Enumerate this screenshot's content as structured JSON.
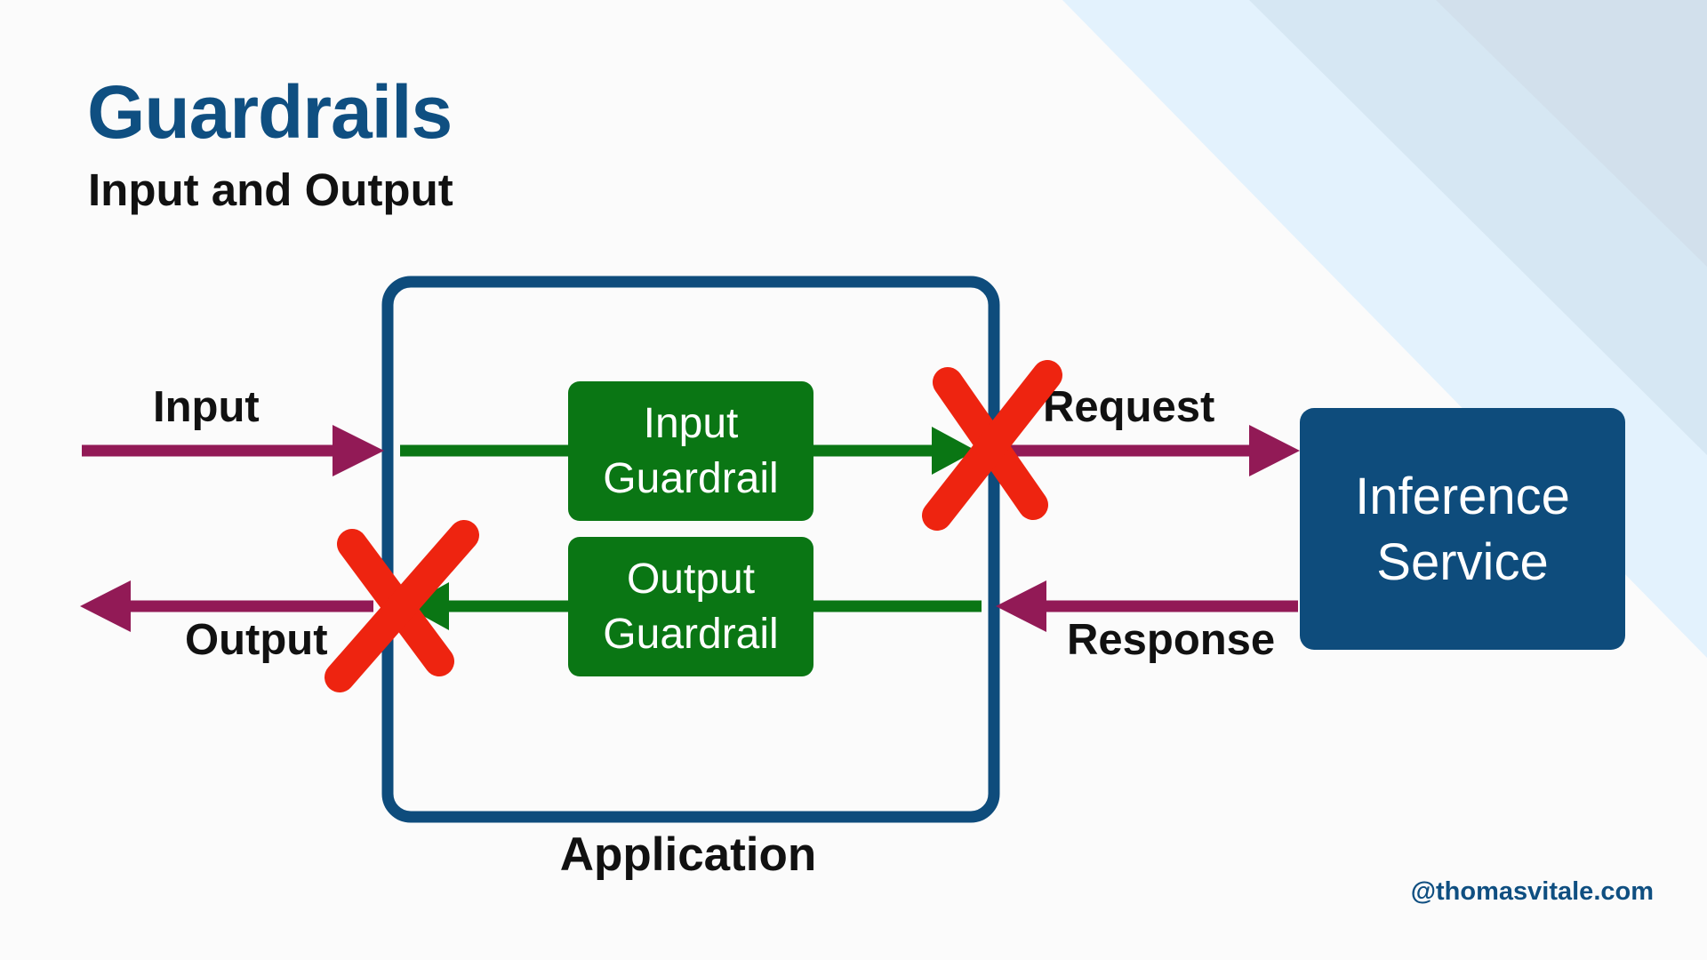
{
  "slide": {
    "title": "Guardrails",
    "subtitle": "Input and Output",
    "credit": "@thomasvitale.com"
  },
  "diagram": {
    "labels": {
      "input": "Input",
      "output": "Output",
      "request": "Request",
      "response": "Response",
      "application": "Application"
    },
    "input_guardrail": [
      "Input",
      "Guardrail"
    ],
    "output_guardrail": [
      "Output",
      "Guardrail"
    ],
    "inference_service": [
      "Inference",
      "Service"
    ],
    "blocked_markers": [
      "request-blocked-x-icon",
      "output-blocked-x-icon"
    ]
  },
  "colors": {
    "title_blue": "#0f4f81",
    "application_border": "#0e4c7c",
    "guardrail_green": "#0a7614",
    "flow_green": "#0a7614",
    "external_arrow_maroon": "#921a56",
    "inference_service_fill": "#0e4c7c",
    "block_x_red": "#ee2410",
    "background": "#fbfbfb",
    "background_stripes": [
      "#e3f2fd",
      "#d6e7f3",
      "#d2e0ec"
    ]
  }
}
